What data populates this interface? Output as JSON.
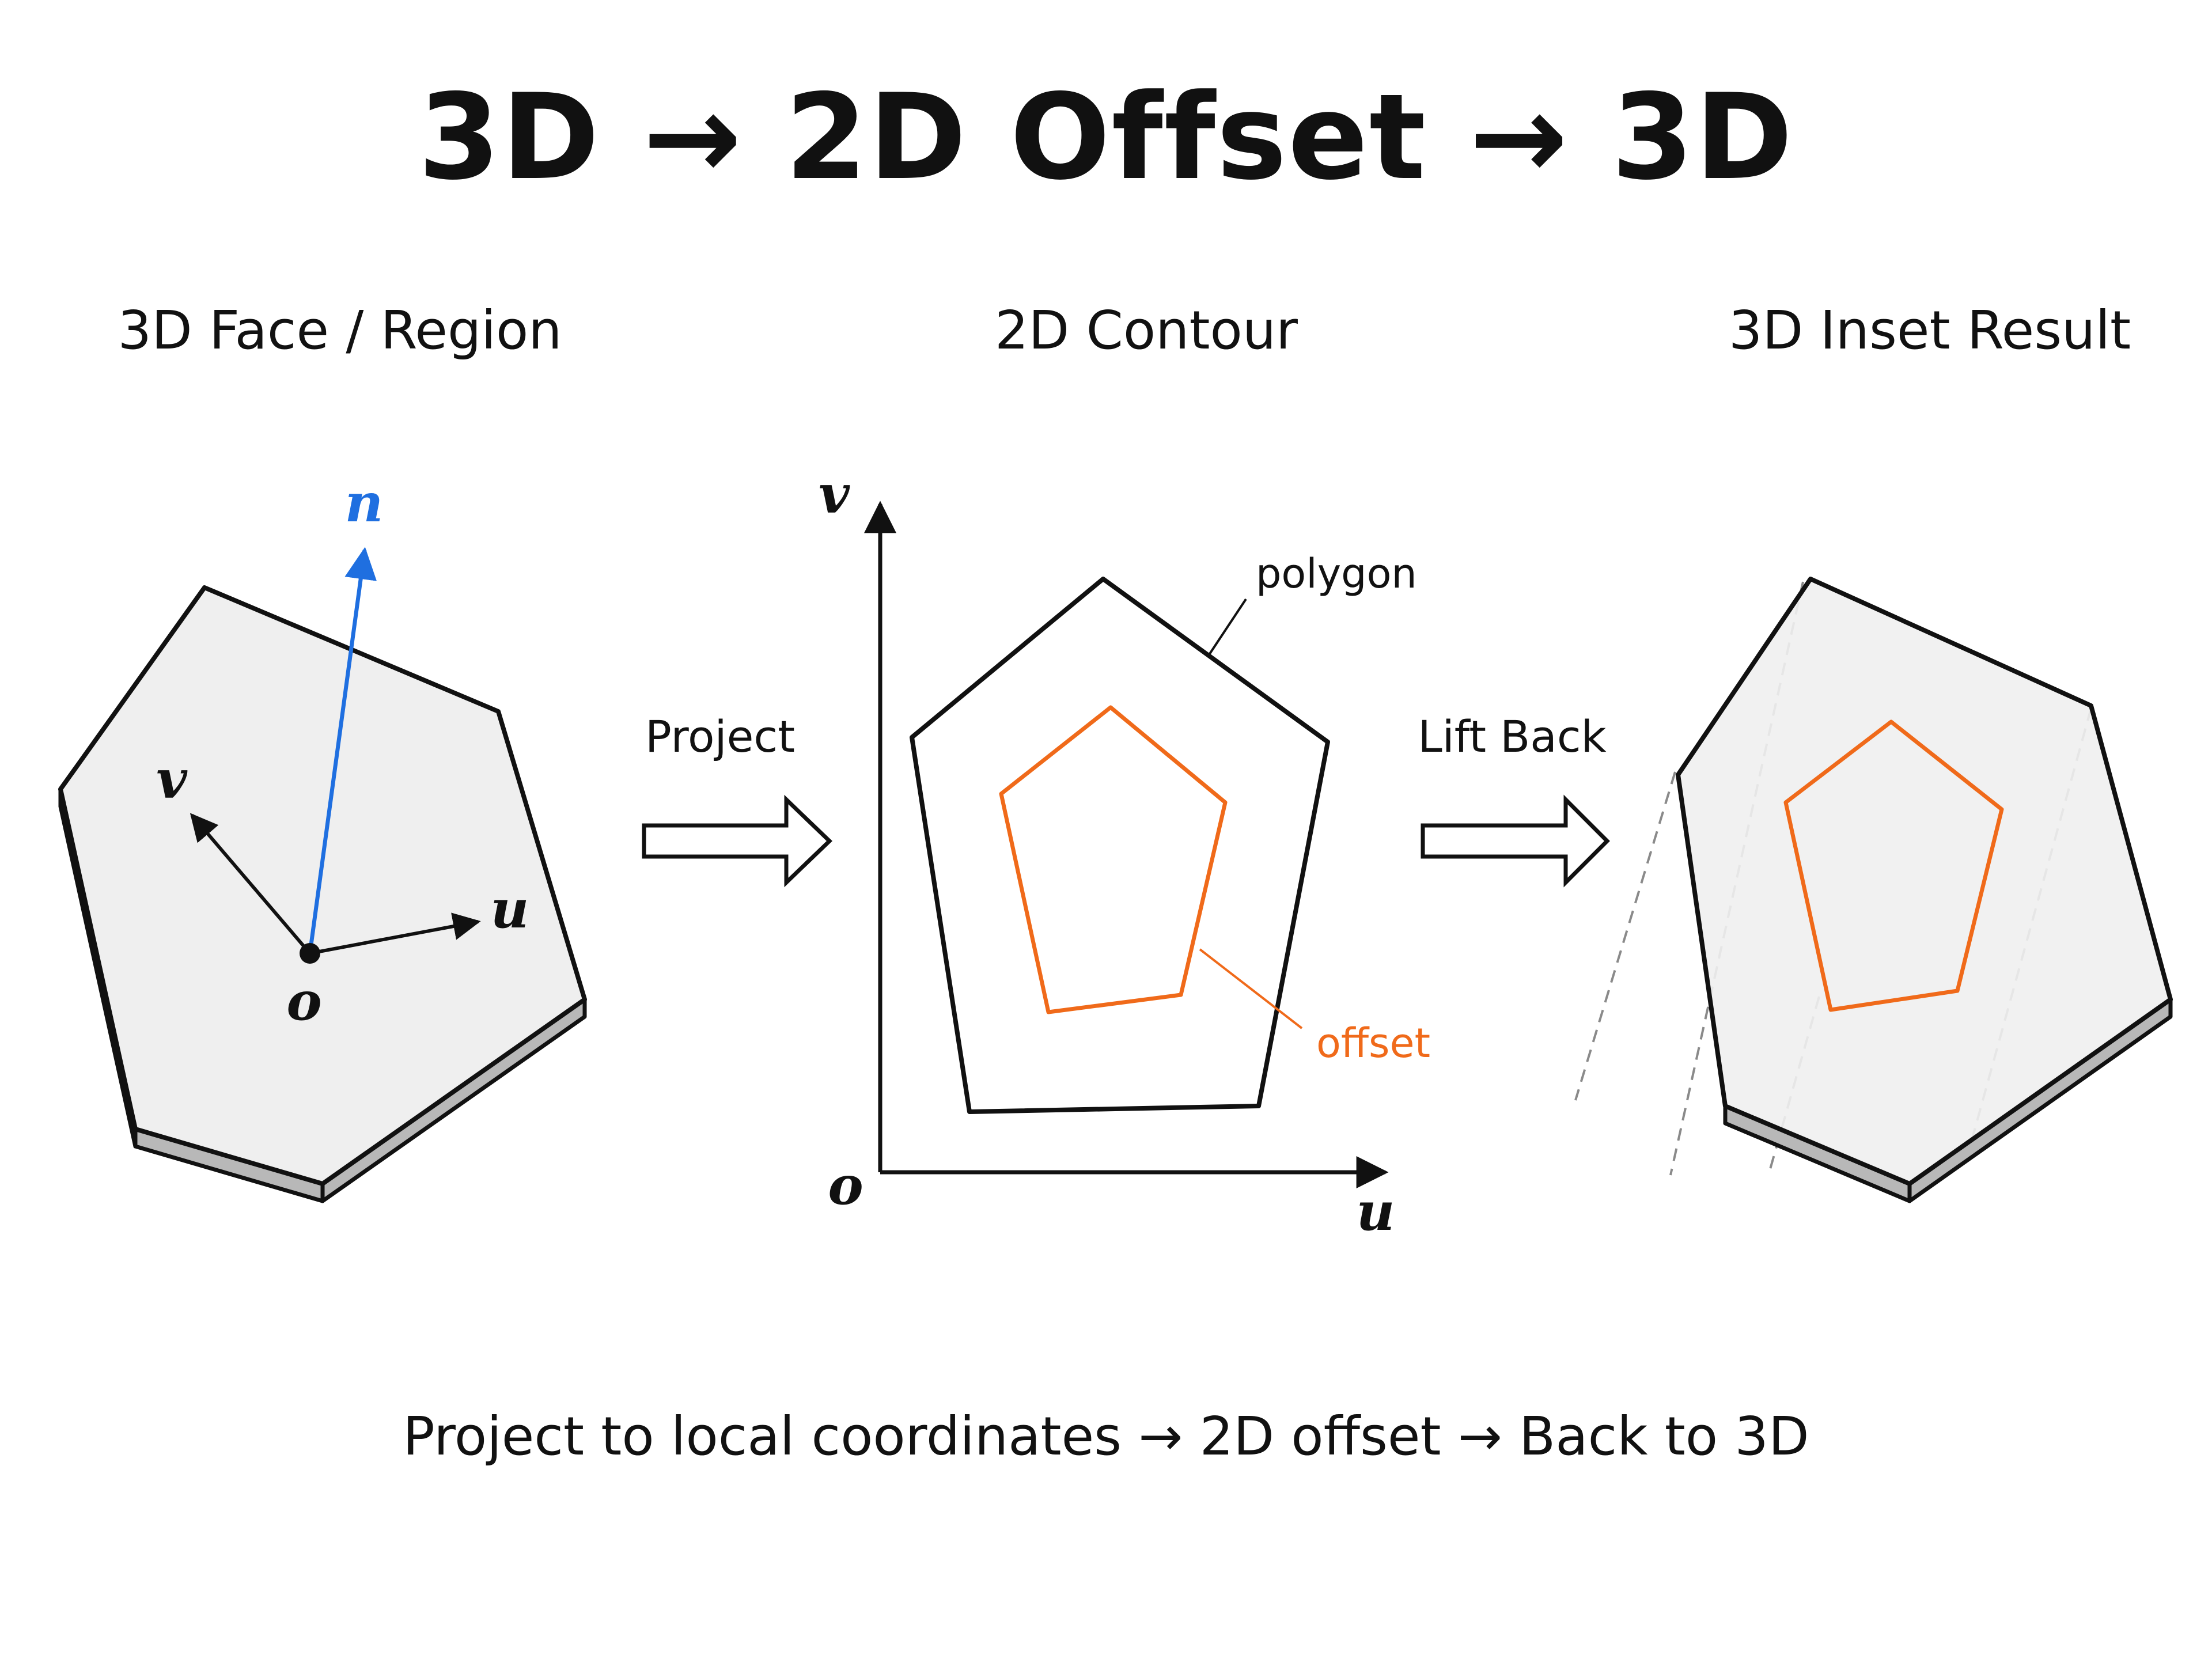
{
  "title": "3D → 2D Offset → 3D",
  "headings": {
    "left": "3D Face / Region",
    "middle": "2D Contour",
    "right": "3D Inset Result"
  },
  "left_panel": {
    "normal_label": "n",
    "u_label": "u",
    "v_label": "v",
    "origin_label": "o"
  },
  "middle_panel": {
    "v_axis_label": "v",
    "u_axis_label": "u",
    "origin_label": "o",
    "polygon_label": "polygon",
    "offset_label": "offset"
  },
  "arrows": {
    "project": "Project",
    "lift_back": "Lift Back"
  },
  "caption": "Project to local coordinates → 2D offset → Back to 3D",
  "colors": {
    "normal": "#1f6fe0",
    "offset": "#f06a1a",
    "face_fill": "#efefef",
    "face_edge": "#9a9a9a",
    "ink": "#111111"
  }
}
